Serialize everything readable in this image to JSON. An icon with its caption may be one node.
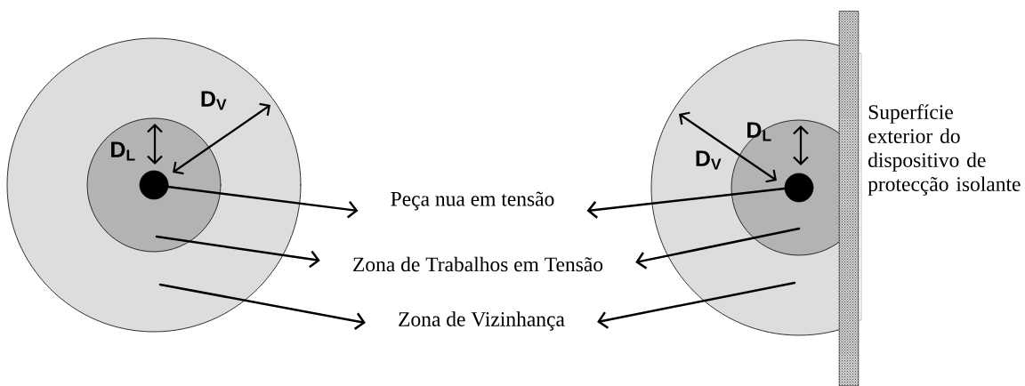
{
  "diagram": {
    "nodes": [
      {
        "text": [],
        "shape": "circle"
      },
      {
        "text": [],
        "shape": "circle",
        "in": 0
      },
      {
        "text": [],
        "shape": "circle",
        "in": 1
      },
      {
        "text": [],
        "shape": "circle"
      },
      {
        "text": [],
        "shape": "circle",
        "in": 3
      },
      {
        "text": [],
        "shape": "circle",
        "in": 4
      },
      {
        "text": [
          "Peça nua em tensão"
        ]
      },
      {
        "text": [
          "Zona de Trabalhos em Tensão"
        ]
      },
      {
        "text": [
          "Zona de Vizinhança"
        ]
      }
    ],
    "edges": [
      {
        "from": 2,
        "to": 6,
        "arrow": "to"
      },
      {
        "from": 1,
        "to": 7,
        "arrow": "to"
      },
      {
        "from": 0,
        "to": 8,
        "arrow": "to"
      },
      {
        "from": 5,
        "to": 6,
        "arrow": "to"
      },
      {
        "from": 4,
        "to": 7,
        "arrow": "to"
      },
      {
        "from": 3,
        "to": 8,
        "arrow": "to"
      }
    ],
    "labels": [
      "D$_{V}$",
      "D$_{L}$",
      "D$_{L}$",
      "D$_{V}$",
      "Superfície exterior do dispositivo de protecção isolante"
    ]
  }
}
